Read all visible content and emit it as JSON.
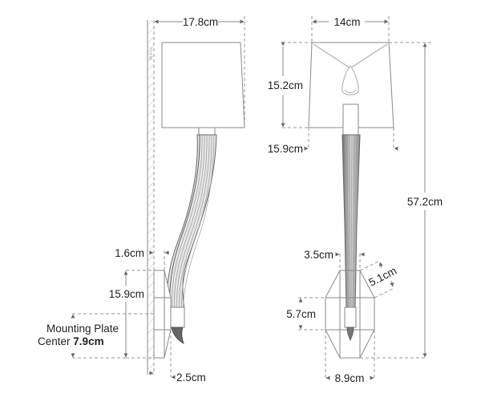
{
  "diagram": {
    "title": "Wall sconce dimension drawing",
    "colors": {
      "line": "#8a8a8a",
      "text": "#222222",
      "background": "#ffffff"
    },
    "side_view": {
      "wall_label": "WALL",
      "shade_depth": "17.8cm",
      "backplate_offset": "1.6cm",
      "backplate_height": "15.9cm",
      "mounting_plate_label_line1": "Mounting Plate",
      "mounting_plate_label_line2_prefix": "Center",
      "mounting_plate_center": "7.9cm",
      "backplate_depth": "2.5cm"
    },
    "front_view": {
      "shade_width": "14cm",
      "shade_height": "15.2cm",
      "shade_bottom_width": "15.9cm",
      "overall_height": "57.2cm",
      "arm_width": "3.5cm",
      "plate_facet": "5.1cm",
      "plate_center_height": "5.7cm",
      "plate_width": "8.9cm"
    }
  }
}
